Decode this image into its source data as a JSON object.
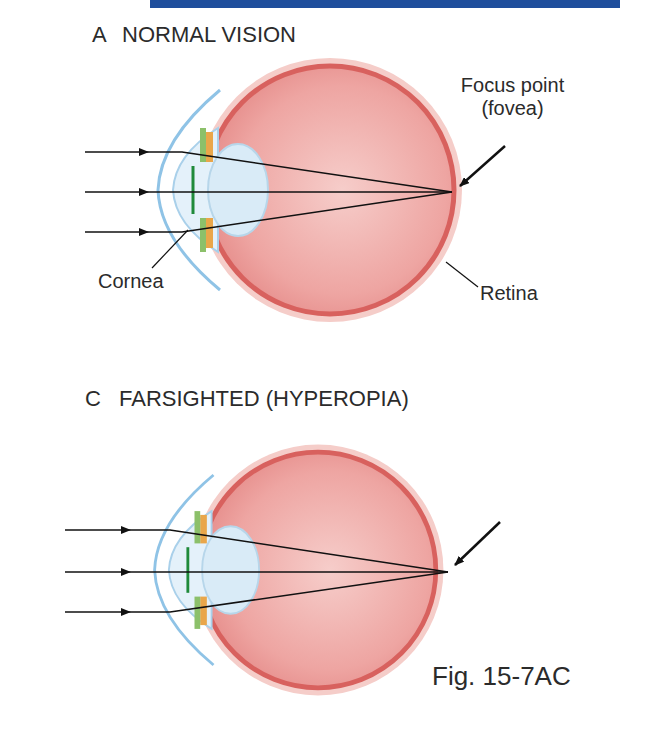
{
  "diagram": {
    "labels": [
      "A",
      "NORMAL VISION",
      "Focus point (fovea)",
      "Cornea",
      "Retina",
      "C",
      "FARSIGHTED (HYPEROPIA)",
      "Fig. 15-7AC"
    ]
  }
}
